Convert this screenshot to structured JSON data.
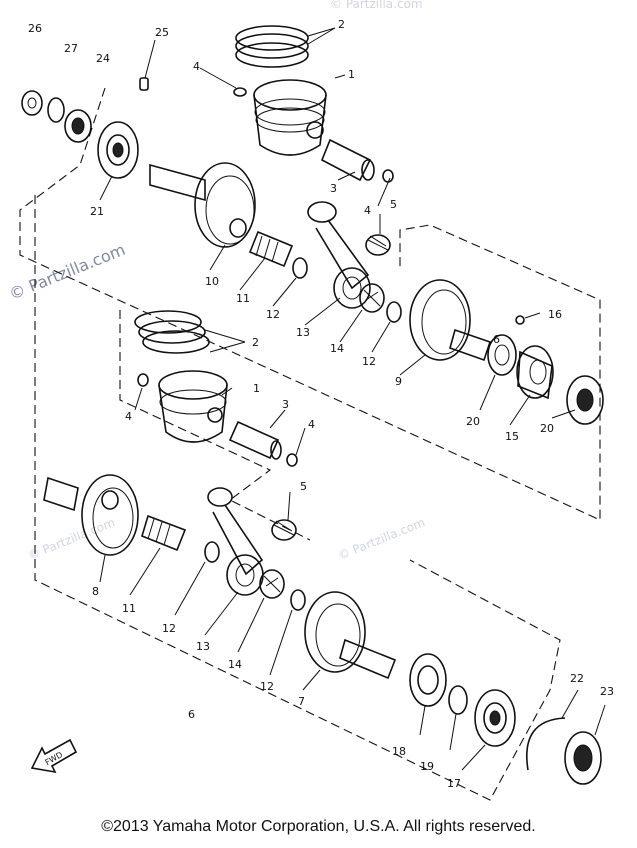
{
  "watermarks": [
    "© Partzilla.com",
    "© Partzilla.com",
    "© Partzilla.com",
    "© Partzilla.com"
  ],
  "copyright": "©2013  Yamaha Motor Corporation, U.S.A. All rights reserved.",
  "fwd_label": "FWD",
  "callouts": [
    "26",
    "27",
    "24",
    "25",
    "4",
    "2",
    "1",
    "21",
    "3",
    "4",
    "5",
    "10",
    "11",
    "12",
    "13",
    "14",
    "12",
    "9",
    "6",
    "16",
    "2",
    "1",
    "3",
    "4",
    "4",
    "20",
    "15",
    "20",
    "5",
    "8",
    "11",
    "12",
    "13",
    "14",
    "12",
    "7",
    "6",
    "18",
    "19",
    "17",
    "22",
    "23"
  ]
}
